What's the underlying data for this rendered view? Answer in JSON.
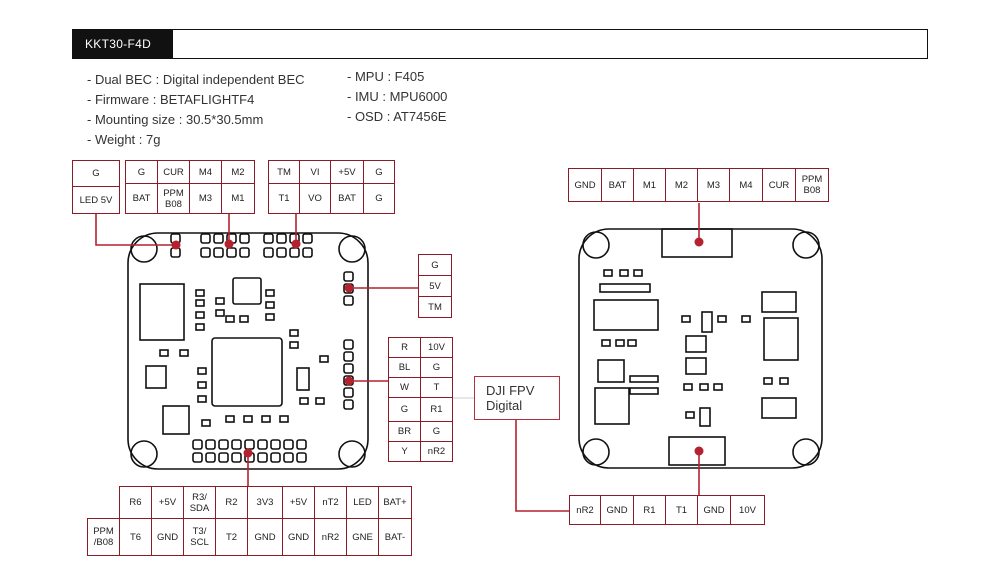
{
  "title": "KKT30-F4D",
  "specs_left": [
    "- Dual BEC : Digital independent BEC",
    "- Firmware : BETAFLIGHTF4",
    "- Mounting size : 30.5*30.5mm",
    "- Weight : 7g"
  ],
  "specs_right": [
    "- MPU : F405",
    "- IMU : MPU6000",
    "- OSD : AT7456E"
  ],
  "pins_top_left": [
    {
      "row": 0,
      "col": 0,
      "text": "G"
    },
    {
      "row": 1,
      "col": 0,
      "text": "LED 5V"
    }
  ],
  "pins_top_mid_row1": [
    "G",
    "CUR",
    "M4",
    "M2"
  ],
  "pins_top_mid_row2": [
    "BAT",
    "PPM\nB08",
    "M3",
    "M1"
  ],
  "pins_top_right_row1": [
    "TM",
    "VI",
    "+5V",
    "G"
  ],
  "pins_top_right_row2": [
    "T1",
    "VO",
    "BAT",
    "G"
  ],
  "pins_side_small": [
    "G",
    "5V",
    "TM"
  ],
  "pins_side_col1": [
    "R",
    "BL",
    "W",
    "G",
    "BR",
    "Y"
  ],
  "pins_side_col2": [
    "10V",
    "G",
    "T",
    "R1",
    "G",
    "nR2"
  ],
  "dji_label": "DJI FPV\nDigital",
  "pins_bottom_row1": [
    "R6",
    "+5V",
    "R3/\nSDA",
    "R2",
    "3V3",
    "+5V",
    "nT2",
    "LED",
    "BAT+"
  ],
  "pins_bottom_row2": [
    "PPM\n/B08",
    "T6",
    "GND",
    "T3/\nSCL",
    "T2",
    "GND",
    "GND",
    "nR2",
    "GNE",
    "BAT-"
  ],
  "pins_back_top": [
    "GND",
    "BAT",
    "M1",
    "M2",
    "M3",
    "M4",
    "CUR",
    "PPM\nB08"
  ],
  "pins_back_bottom": [
    "nR2",
    "GND",
    "R1",
    "T1",
    "GND",
    "10V"
  ],
  "colors": {
    "accent": "#b5222f",
    "outline": "#111111",
    "cell_border": "#8a1b28"
  }
}
